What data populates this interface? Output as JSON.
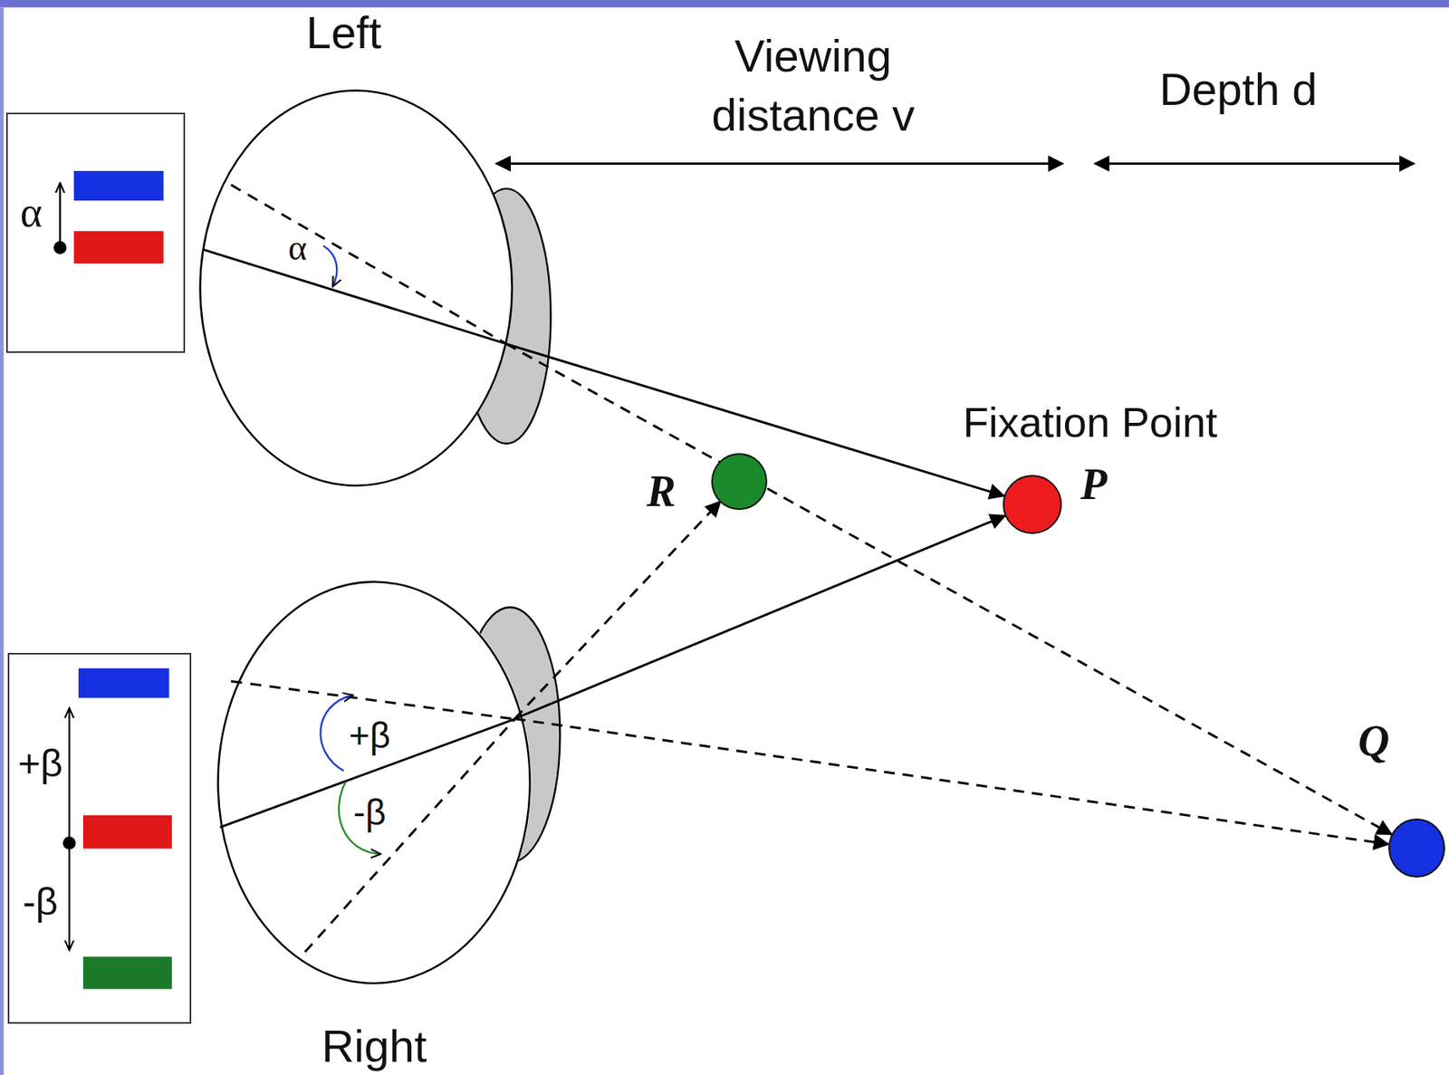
{
  "diagram": {
    "nodes": [
      {
        "text": [
          "α"
        ]
      },
      {
        "text": [
          "Left"
        ]
      },
      {
        "text": [
          "+β",
          "-β"
        ]
      },
      {
        "text": [
          "Right"
        ]
      },
      {
        "text": [
          "R"
        ]
      },
      {
        "text": [
          "Fixation Point",
          "P"
        ]
      },
      {
        "text": [
          "Q"
        ]
      }
    ],
    "edges": [
      {
        "from": 1,
        "to": 5,
        "arrow": "to"
      },
      {
        "from": 1,
        "to": 6,
        "arrow": "to"
      },
      {
        "from": 3,
        "to": 5,
        "arrow": "to"
      },
      {
        "from": 3,
        "to": 6,
        "arrow": "to"
      },
      {
        "from": 3,
        "to": 4,
        "arrow": "to"
      }
    ],
    "labels": [
      "α",
      "+β",
      "-β",
      "Viewing distance v",
      "Depth d"
    ]
  }
}
